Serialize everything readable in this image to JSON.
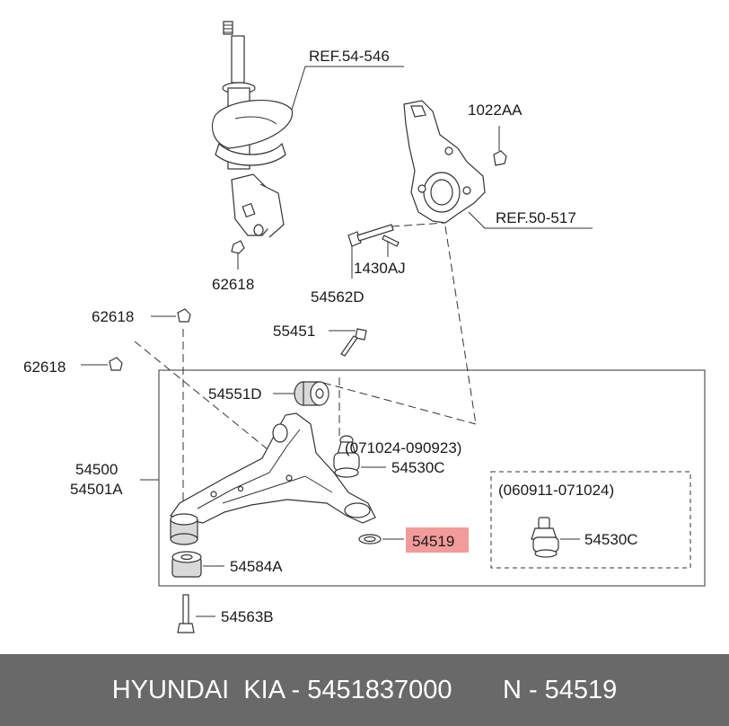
{
  "labels": {
    "ref_54_546": "REF.54-546",
    "p1022aa": "1022AA",
    "ref_50_517": "REF.50-517",
    "p62618_top": "62618",
    "p1430aj": "1430AJ",
    "p54562d": "54562D",
    "p62618_a": "62618",
    "p55451": "55451",
    "p62618_b": "62618",
    "p54551d": "54551D",
    "range_new": "(071024-090923)",
    "p54530c_a": "54530C",
    "p54500": "54500",
    "p54501a": "54501A",
    "range_old": "(060911-071024)",
    "p54519": "54519",
    "p54530c_b": "54530C",
    "p54584a": "54584A",
    "p54563b": "54563B"
  },
  "highlight": {
    "color": "#f39a9a"
  },
  "footer": {
    "brand": "HYUNDAI  KIA - 5451837000",
    "number": "N - 54519"
  }
}
